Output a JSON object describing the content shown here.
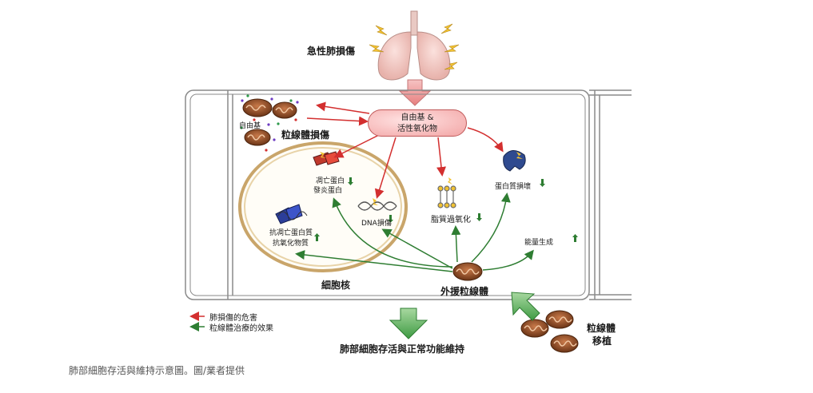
{
  "title_top": "急性肺損傷",
  "ros": {
    "line1": "自由基 &",
    "line2": "活性氧化物"
  },
  "mito_damage": {
    "free_radical_small": "自由基",
    "label": "粒線體損傷"
  },
  "nucleus": {
    "label": "細胞核",
    "apoptotic_proteins_line1": "凋亡蛋白",
    "apoptotic_proteins_line2": "發炎蛋白",
    "anti_apoptotic_line1": "抗凋亡蛋白質",
    "anti_apoptotic_line2": "抗氧化物質",
    "dna_damage": "DNA損傷"
  },
  "lipid": "脂質過氧化",
  "protein_damage": "蛋白質損壞",
  "energy": "能量生成",
  "exogenous_mito": "外援粒線體",
  "transplant_line1": "粒線體",
  "transplant_line2": "移植",
  "outcome": "肺部細胞存活與正常功能維持",
  "legend": {
    "red": "肺損傷的危害",
    "green": "粒線體治療的效果"
  },
  "caption": "肺部細胞存活與維持示意圖。圖/業者提供",
  "colors": {
    "harm": "#d32f2f",
    "therapy": "#2e7d32",
    "nucleus_ring": "#d9b77a",
    "cell_border": "#8a8a8a"
  }
}
